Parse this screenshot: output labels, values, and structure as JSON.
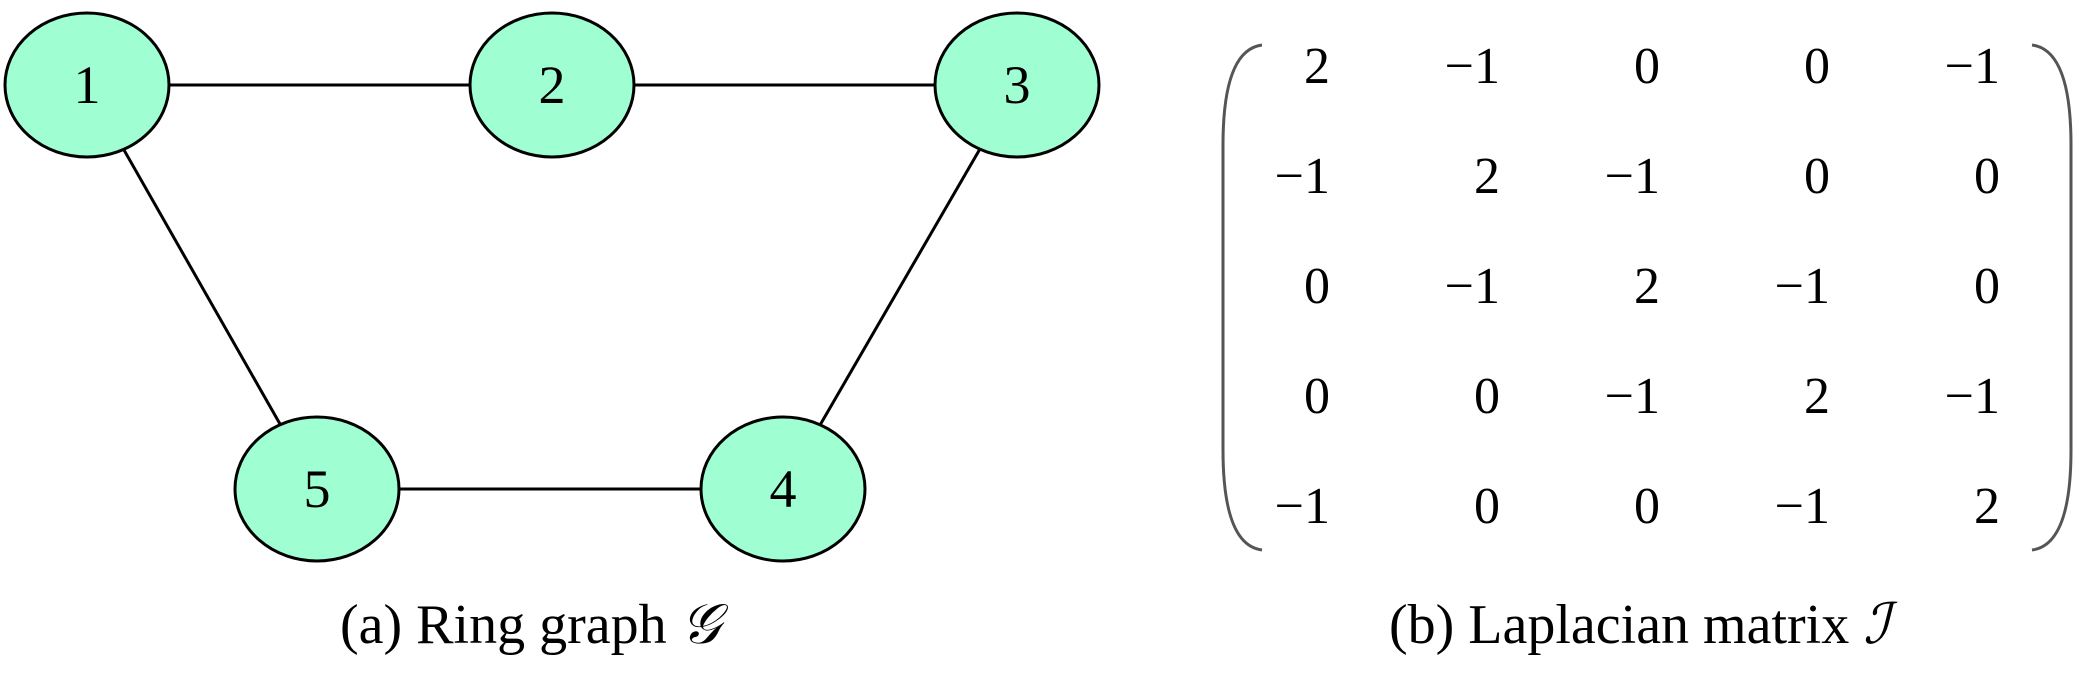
{
  "colors": {
    "node_fill": "#9fffd2",
    "node_stroke": "#000000",
    "edge": "#000000",
    "text": "#000000",
    "paren": "#555555"
  },
  "graph": {
    "nodes": [
      {
        "id": 1,
        "label": "1"
      },
      {
        "id": 2,
        "label": "2"
      },
      {
        "id": 3,
        "label": "3"
      },
      {
        "id": 4,
        "label": "4"
      },
      {
        "id": 5,
        "label": "5"
      }
    ],
    "edges": [
      [
        1,
        2
      ],
      [
        2,
        3
      ],
      [
        3,
        4
      ],
      [
        4,
        5
      ],
      [
        5,
        1
      ]
    ]
  },
  "matrix": {
    "rows": [
      [
        "2",
        "−1",
        "0",
        "0",
        "−1"
      ],
      [
        "−1",
        "2",
        "−1",
        "0",
        "0"
      ],
      [
        "0",
        "−1",
        "2",
        "−1",
        "0"
      ],
      [
        "0",
        "0",
        "−1",
        "2",
        "−1"
      ],
      [
        "−1",
        "0",
        "0",
        "−1",
        "2"
      ]
    ]
  },
  "captions": {
    "a_text": "(a) Ring graph ",
    "a_symbol": "𝒢",
    "b_text": "(b) Laplacian matrix ",
    "b_symbol": "ℐ"
  }
}
